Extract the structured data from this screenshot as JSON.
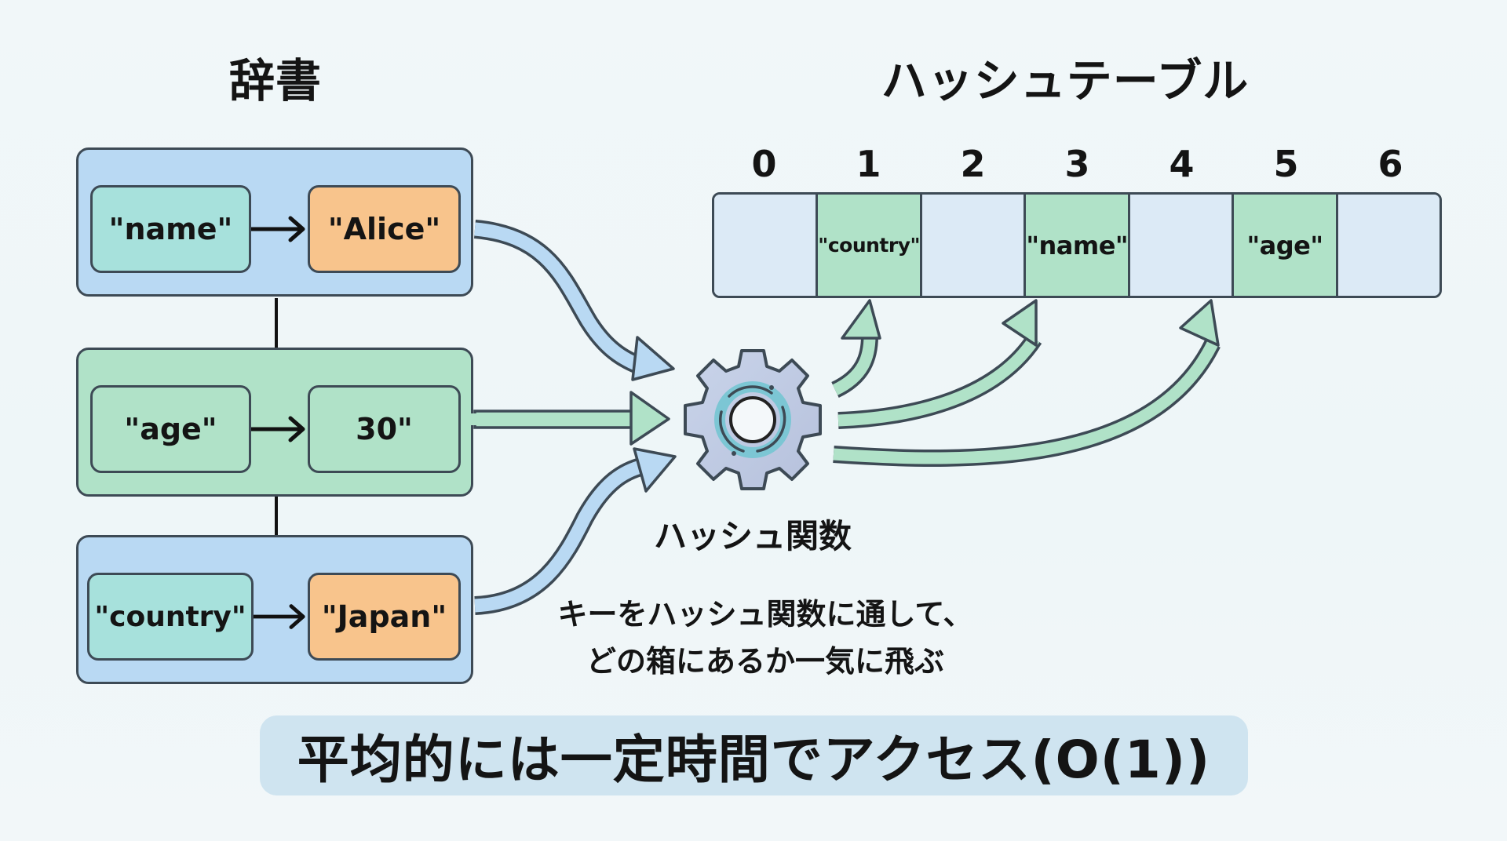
{
  "dictionary": {
    "title": "辞書",
    "entries": [
      {
        "key": "\"name\"",
        "value": "\"Alice\"",
        "group_color": "#b9d9f3",
        "key_color": "#a7e1dc",
        "value_color": "#f8c48c"
      },
      {
        "key": "\"age\"",
        "value": "30\"",
        "group_color": "#b0e2c8",
        "key_color": "#b0e2c8",
        "value_color": "#b0e2c8"
      },
      {
        "key": "\"country\"",
        "value": "\"Japan\"",
        "group_color": "#b9d9f3",
        "key_color": "#a7e1dc",
        "value_color": "#f8c48c"
      }
    ]
  },
  "hash_function": {
    "label": "ハッシュ関数",
    "icon": "gear-icon"
  },
  "hash_table": {
    "title": "ハッシュテーブル",
    "slots": [
      {
        "index": "0",
        "content": ""
      },
      {
        "index": "1",
        "content": "\"country\""
      },
      {
        "index": "2",
        "content": ""
      },
      {
        "index": "3",
        "content": "\"name\""
      },
      {
        "index": "4",
        "content": ""
      },
      {
        "index": "5",
        "content": "\"age\""
      },
      {
        "index": "6",
        "content": ""
      }
    ],
    "empty_color": "#dceaf6",
    "filled_color": "#b0e2c8"
  },
  "caption": {
    "line1": "キーをハッシュ関数に通して、",
    "line2": "どの箱にあるか一気に飛ぶ"
  },
  "summary": "平均的には一定時間でアクセス(O(1))",
  "colors": {
    "background": "#f0f6f8",
    "stroke": "#3d4a55",
    "arrow_blue": "#b9d9f3",
    "arrow_green": "#b0e2c8",
    "banner": "#cfe4f0"
  }
}
